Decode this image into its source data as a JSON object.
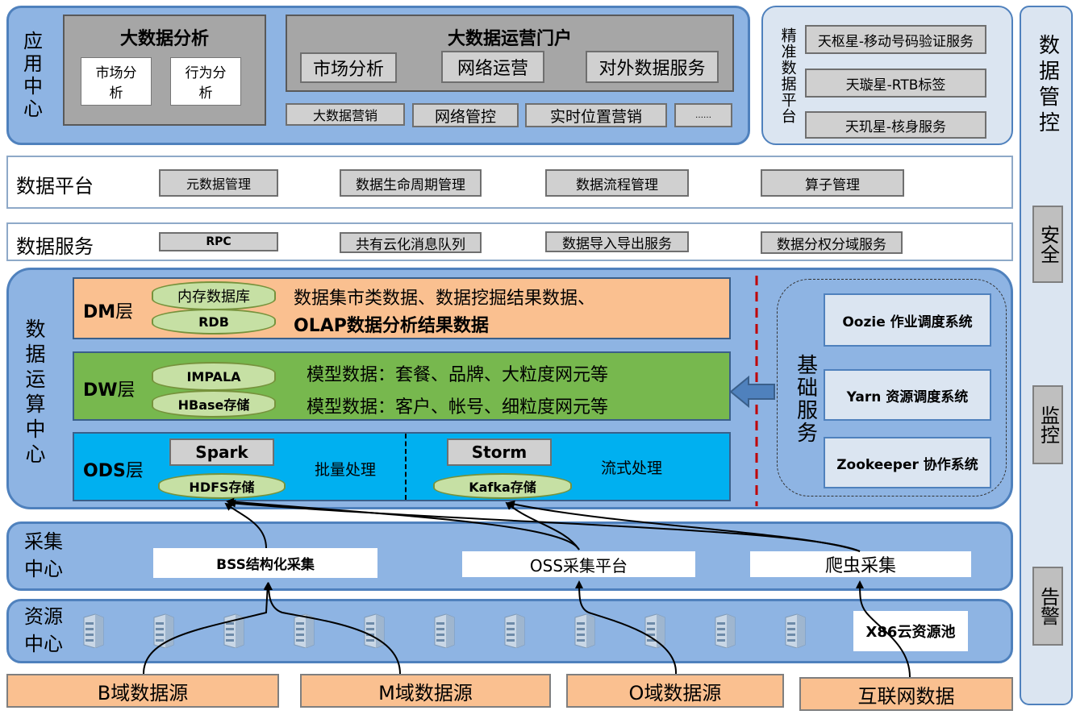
{
  "app_center": {
    "title": "应用中心",
    "big_data_analysis": {
      "title": "大数据分析",
      "items": [
        "市场分析",
        "行为分析"
      ]
    },
    "portal": {
      "title": "大数据运营门户",
      "row1": [
        "市场分析",
        "网络运营",
        "对外数据服务"
      ],
      "row2": [
        "大数据营销",
        "网络管控",
        "实时位置营销",
        "……"
      ]
    }
  },
  "precision_platform": {
    "title": "精准数据平台",
    "items": [
      "天枢星-移动号码验证服务",
      "天璇星-RTB标签",
      "天玑星-核身服务"
    ]
  },
  "data_platform": {
    "title": "数据平台",
    "items": [
      "元数据管理",
      "数据生命周期管理",
      "数据流程管理",
      "算子管理"
    ]
  },
  "data_service": {
    "title": "数据服务",
    "items": [
      "RPC",
      "共有云化消息队列",
      "数据导入导出服务",
      "数据分权分域服务"
    ]
  },
  "compute_center": {
    "title": "数据运算中心",
    "dm": {
      "label_en": "DM",
      "label_cn": "层",
      "cylinders": [
        "内存数据库",
        "RDB"
      ],
      "line1": "数据集市类数据、数据挖掘结果数据、",
      "line2": "OLAP数据分析结果数据"
    },
    "dw": {
      "label_en": "DW",
      "label_cn": "层",
      "cylinders": [
        "IMPALA",
        "HBase存储"
      ],
      "line1": "模型数据：套餐、品牌、大粒度网元等",
      "line2": "模型数据：客户、帐号、细粒度网元等"
    },
    "ods": {
      "label_en": "ODS",
      "label_cn": "层",
      "batch_engine": "Spark",
      "batch_store": "HDFS存储",
      "batch_label": "批量处理",
      "stream_engine": "Storm",
      "stream_store": "Kafka存储",
      "stream_label": "流式处理"
    },
    "basic_services": {
      "title": "基础服务",
      "items": [
        "Oozie 作业调度系统",
        "Yarn 资源调度系统",
        "Zookeeper 协作系统"
      ]
    }
  },
  "collection_center": {
    "title": "采集中心",
    "items": [
      "BSS结构化采集",
      "OSS采集平台",
      "爬虫采集"
    ]
  },
  "resource_center": {
    "title": "资源中心",
    "pool_label": "X86云资源池",
    "server_count": 11
  },
  "sources": [
    "B域数据源",
    "M域数据源",
    "O域数据源",
    "互联网数据"
  ],
  "governance": {
    "title": "数据管控",
    "items": [
      "安全",
      "监控",
      "告警"
    ]
  },
  "colors": {
    "accent_blue": "#4f81bd",
    "panel_blue": "#8eb4e3",
    "dm": "#fac090",
    "dw": "#77b84e",
    "ods": "#00b0f0",
    "source": "#fac090",
    "divider_red": "#c00000"
  }
}
